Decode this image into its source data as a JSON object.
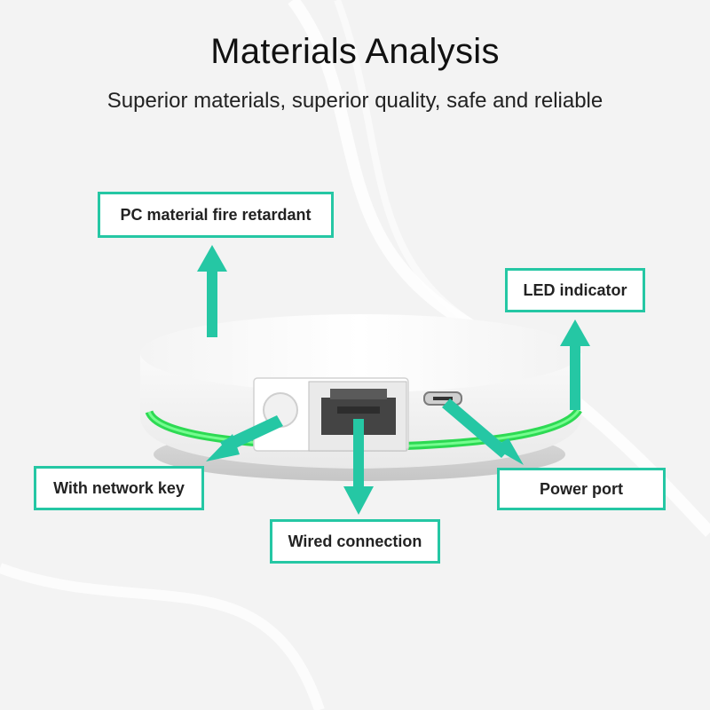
{
  "header": {
    "title": "Materials Analysis",
    "subtitle": "Superior materials, superior quality, safe and reliable"
  },
  "labels": {
    "pc_material": "PC material fire retardant",
    "led_indicator": "LED indicator",
    "network_key": "With network key",
    "power_port": "Power port",
    "wired_connection": "Wired connection"
  },
  "colors": {
    "accent": "#25c7a4",
    "led_glow": "#22d84a",
    "background": "#f3f3f3",
    "device_body": "#ffffff"
  }
}
